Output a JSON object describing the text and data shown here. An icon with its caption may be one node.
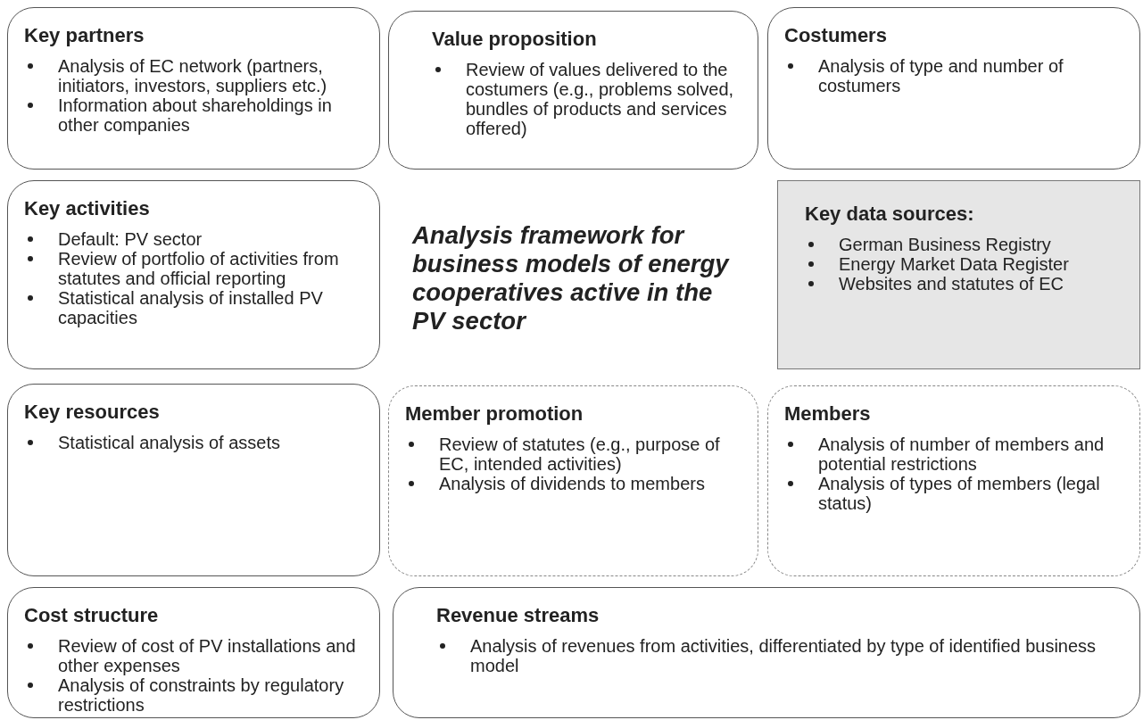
{
  "diagram": {
    "title": "Analysis framework for business models of energy cooperatives active in the PV sector",
    "nodes": [
      {
        "text": [
          "Key partners",
          "Analysis of EC network (partners, initiators, investors, suppliers etc.)",
          "Information about shareholdings in other companies"
        ]
      },
      {
        "text": [
          "Value proposition",
          "Review of values delivered to the costumers (e.g., problems solved, bundles of products and services offered)"
        ]
      },
      {
        "text": [
          "Costumers",
          "Analysis of type and number of costumers"
        ]
      },
      {
        "text": [
          "Key activities",
          "Default: PV sector",
          "Review of portfolio of activities from statutes and official reporting",
          "Statistical analysis of installed PV capacities"
        ]
      },
      {
        "text": [
          "Key data sources:",
          "German Business Registry",
          "Energy Market Data Register",
          "Websites and statutes of EC"
        ]
      },
      {
        "text": [
          "Key resources",
          "Statistical analysis of assets"
        ]
      },
      {
        "text": [
          "Member promotion",
          "Review of statutes (e.g., purpose of EC, intended activities)",
          "Analysis of dividends to members"
        ]
      },
      {
        "text": [
          "Members",
          "Analysis of number of members and potential restrictions",
          "Analysis of types of members (legal status)"
        ]
      },
      {
        "text": [
          "Cost structure",
          "Review of cost of PV installations and other expenses",
          "Analysis of constraints by regulatory restrictions"
        ]
      },
      {
        "text": [
          "Revenue streams",
          "Analysis of revenues from activities, differentiated by type of identified business model"
        ]
      }
    ]
  }
}
